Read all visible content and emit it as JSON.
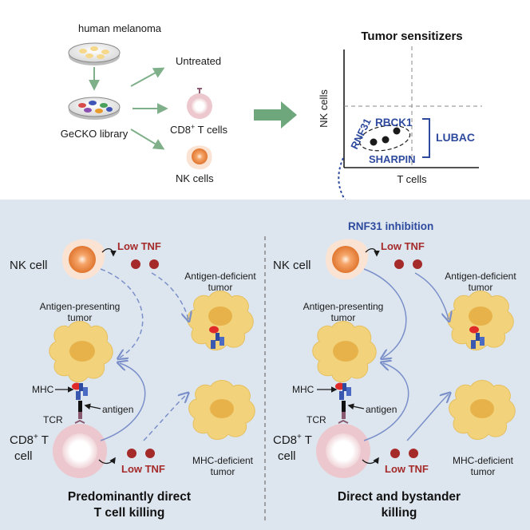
{
  "top": {
    "cells_label": "human melanoma",
    "library_label": "GeCKO library",
    "conditions": {
      "untreated": "Untreated",
      "cd8": "CD8",
      "cd8_sup": "+",
      "cd8_suffix": " T cells",
      "nk": "NK cells"
    },
    "plot": {
      "title": "Tumor sensitizers",
      "xlabel": "T cells",
      "ylabel": "NK cells",
      "genes": [
        "RNF31",
        "RBCK1",
        "SHARPIN"
      ],
      "complex": "LUBAC"
    },
    "inhibition": "RNF31 inhibition"
  },
  "panels": [
    {
      "nk_label": "NK cell",
      "tnf_top": "Low TNF",
      "tnf_bottom": "Low TNF",
      "ag_presenting": [
        "Antigen-presenting",
        "tumor"
      ],
      "ag_deficient": [
        "Antigen-deficient",
        "tumor"
      ],
      "mhc_deficient": [
        "MHC-deficient",
        "tumor"
      ],
      "mhc": "MHC",
      "antigen": "antigen",
      "tcr": "TCR",
      "tcell": [
        "CD8",
        "+",
        " T",
        "cell"
      ],
      "caption": [
        "Predominantly direct",
        "T cell killing"
      ]
    },
    {
      "nk_label": "NK cell",
      "tnf_top": "Low TNF",
      "tnf_bottom": "Low TNF",
      "ag_presenting": [
        "Antigen-presenting",
        "tumor"
      ],
      "ag_deficient": [
        "Antigen-deficient",
        "tumor"
      ],
      "mhc_deficient": [
        "MHC-deficient",
        "tumor"
      ],
      "mhc": "MHC",
      "antigen": "antigen",
      "tcr": "TCR",
      "tcell": [
        "CD8",
        "+",
        " T",
        "cell"
      ],
      "caption": [
        "Direct and bystander",
        "killing"
      ]
    }
  ],
  "colors": {
    "bottom_bg": "#dde6ef",
    "green_arrow": "#7fb08a",
    "blue_arrow": "#7a8fc9",
    "tnf_red": "#a52a2a",
    "tumor": "#f2d27a",
    "dark_blue": "#2e4a9e"
  }
}
